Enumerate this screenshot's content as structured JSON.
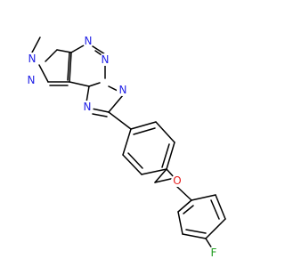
{
  "molecule": {
    "atoms": [
      {
        "id": "N_pyr1",
        "label": "N",
        "color": "#1f1fe6"
      },
      {
        "id": "methyl",
        "label": ""
      },
      {
        "id": "N_pyr2",
        "label": "N",
        "color": "#1f1fe6"
      },
      {
        "id": "N_pym1",
        "label": "N",
        "color": "#1f1fe6"
      },
      {
        "id": "N_pym2",
        "label": "N",
        "color": "#1f1fe6"
      },
      {
        "id": "N_tri1",
        "label": "N",
        "color": "#1f1fe6"
      },
      {
        "id": "N_tri2",
        "label": "N",
        "color": "#1f1fe6"
      },
      {
        "id": "O_ether",
        "label": "O",
        "color": "#e61f1f"
      },
      {
        "id": "F_sub",
        "label": "F",
        "color": "#1f9d1f"
      }
    ]
  }
}
